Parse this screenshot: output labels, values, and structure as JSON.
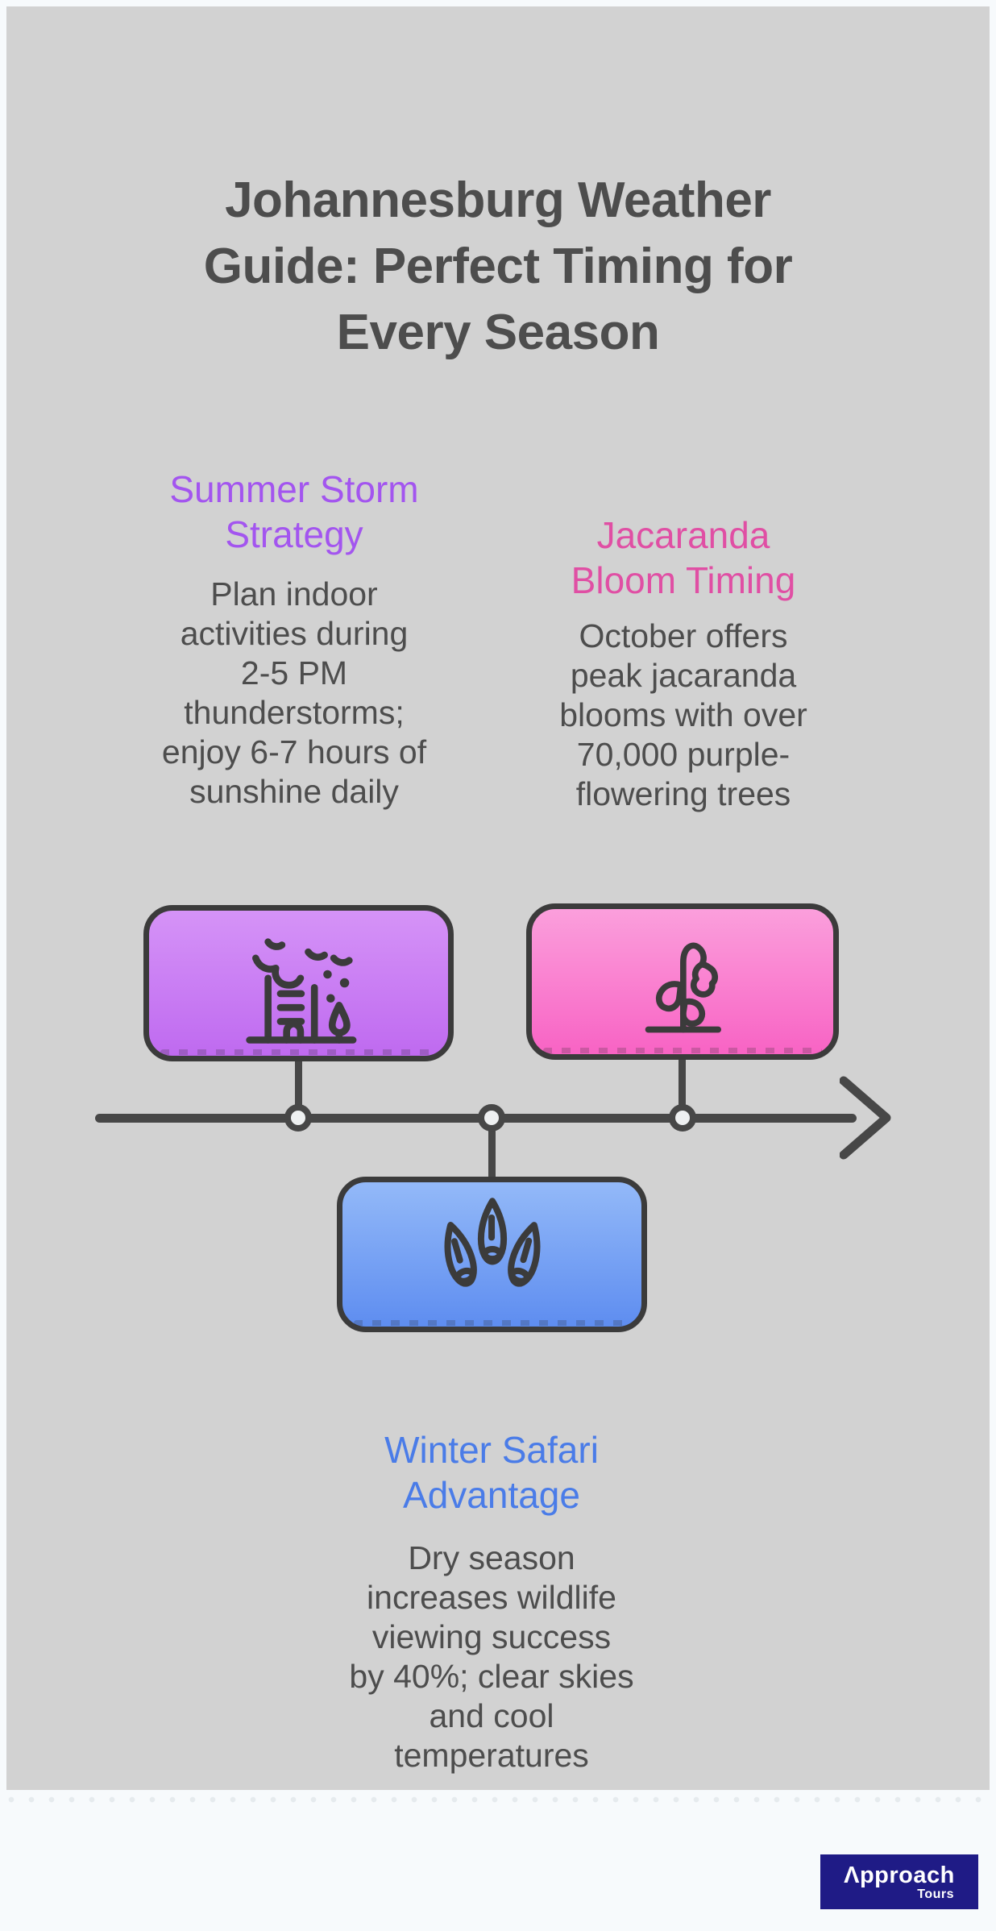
{
  "page": {
    "outer_bg": "#f7fafc",
    "canvas_bg": "#d2d2d2",
    "body_text_color": "#4d4d4d"
  },
  "title": {
    "lines": [
      "Johannesburg Weather",
      "Guide: Perfect Timing for",
      "Every Season"
    ],
    "color": "#4d4d4d"
  },
  "sections": {
    "summer": {
      "heading_lines": [
        "Summer Storm",
        "Strategy"
      ],
      "heading_color": "#a355ef",
      "body_lines": [
        "Plan indoor",
        "activities during",
        "2-5 PM",
        "thunderstorms;",
        "enjoy 6-7 hours of",
        "sunshine daily"
      ],
      "icon": "storm-over-city-icon",
      "box_gradient_top": "#d593f7",
      "box_gradient_bottom": "#bf6af0"
    },
    "jacaranda": {
      "heading_lines": [
        "Jacaranda",
        "Bloom Timing"
      ],
      "heading_color": "#e04fa4",
      "body_lines": [
        "October offers",
        "peak jacaranda",
        "blooms with over",
        "70,000 purple-",
        "flowering trees"
      ],
      "icon": "wilted-flower-icon",
      "box_gradient_top": "#fb9fdc",
      "box_gradient_bottom": "#f863c4"
    },
    "winter": {
      "heading_lines": [
        "Winter Safari",
        "Advantage"
      ],
      "heading_color": "#4a7ce8",
      "body_lines": [
        "Dry season",
        "increases wildlife",
        "viewing success",
        "by 40%; clear skies",
        "and cool",
        "temperatures"
      ],
      "icon": "animal-paw-print-icon",
      "box_gradient_top": "#93b9f8",
      "box_gradient_bottom": "#5e8df0"
    }
  },
  "timeline": {
    "line_color": "#474747"
  },
  "logo": {
    "brand": "Λpproach",
    "sub": "Tours",
    "bg": "#1f1b86",
    "text_color": "#ffffff"
  }
}
